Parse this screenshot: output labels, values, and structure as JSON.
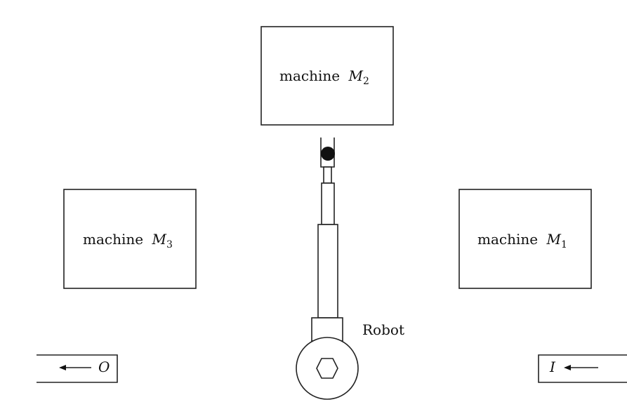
{
  "machines": {
    "m2": {
      "word": "machine",
      "symbol": "M",
      "sub": "2"
    },
    "m3": {
      "word": "machine",
      "symbol": "M",
      "sub": "3"
    },
    "m1": {
      "word": "machine",
      "symbol": "M",
      "sub": "1"
    }
  },
  "robot": {
    "label": "Robot"
  },
  "output": {
    "label": "O"
  },
  "input": {
    "label": "I"
  }
}
